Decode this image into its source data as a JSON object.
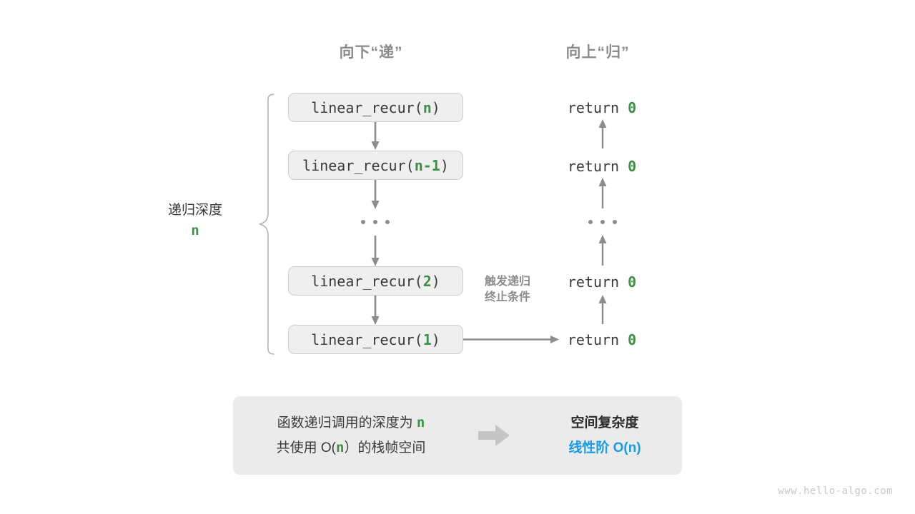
{
  "meta": {
    "colors": {
      "accent_green": "#3e8e45",
      "accent_blue": "#1b9be0",
      "gray_text": "#3a3a3a",
      "gray_muted": "#8c8c8c",
      "box_fill": "#efefef",
      "panel_fill": "#ebebeb",
      "arrow_gray": "#8c8c8c",
      "block_arrow": "#c4c4c4"
    }
  },
  "headers": {
    "down": "向下“递”",
    "up": "向上“归”"
  },
  "side": {
    "depth_title": "递归深度",
    "depth_value": "n",
    "trigger_line1": "触发递归",
    "trigger_line2": "终止条件"
  },
  "calls": [
    {
      "prefix": "linear_recur(",
      "arg": "n",
      "suffix": ")"
    },
    {
      "prefix": "linear_recur(",
      "arg": "n-1",
      "suffix": ")"
    },
    {
      "prefix": "linear_recur(",
      "arg": "2",
      "suffix": ")"
    },
    {
      "prefix": "linear_recur(",
      "arg": "1",
      "suffix": ")"
    }
  ],
  "returns": [
    {
      "keyword": "return",
      "value": "0"
    },
    {
      "keyword": "return",
      "value": "0"
    },
    {
      "keyword": "return",
      "value": "0"
    },
    {
      "keyword": "return",
      "value": "0"
    }
  ],
  "ellipsis": "• • •",
  "summary": {
    "left_line1_a": "函数递归调用的深度为 ",
    "left_line1_n": "n",
    "left_line2_a": "共使用 O(",
    "left_line2_n": "n",
    "left_line2_b": "）的栈帧空间",
    "right_title": "空间复杂度",
    "right_value": "线性阶 O(n)",
    "arrow_icon": "block-arrow-right-icon"
  },
  "watermark": "www.hello-algo.com"
}
